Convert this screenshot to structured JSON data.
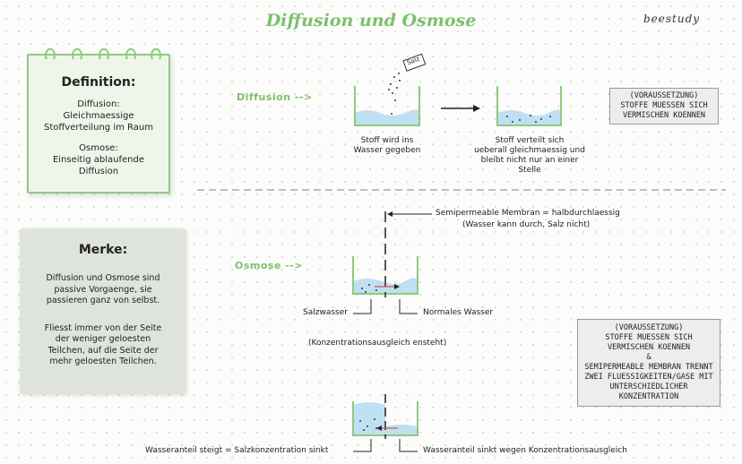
{
  "title": "Diffusion und Osmose",
  "brand": "beestudy",
  "definition": {
    "heading": "Definition:",
    "diffusion_line1": "Diffusion:",
    "diffusion_line2": "Gleichmaessige",
    "diffusion_line3": "Stoffverteilung im Raum",
    "osmose_line1": "Osmose:",
    "osmose_line2": "Einseitig ablaufende",
    "osmose_line3": "Diffusion"
  },
  "merke": {
    "heading": "Merke:",
    "text1_line1": "Diffusion und Osmose sind",
    "text1_line2": "passive Vorgaenge, sie",
    "text1_line3": "passieren ganz von selbst.",
    "text2_line1": "Fliesst immer von der Seite",
    "text2_line2": "der weniger geloesten",
    "text2_line3": "Teilchen, auf die Seite der",
    "text2_line4": "mehr geloesten Teilchen."
  },
  "diffusion": {
    "label": "Diffusion -->",
    "salt_label": "Salz",
    "caption1_line1": "Stoff wird ins",
    "caption1_line2": "Wasser gegeben",
    "caption2_line1": "Stoff verteilt sich",
    "caption2_line2": "ueberall gleichmaessig und",
    "caption2_line3": "bleibt nicht nur an einer",
    "caption2_line4": "Stelle",
    "condition_line1": "(VORAUSSETZUNG)",
    "condition_line2": "STOFFE MUESSEN SICH",
    "condition_line3": "VERMISCHEN KOENNEN"
  },
  "osmose": {
    "label": "Osmose -->",
    "membrane_line1": "Semipermeable Membran = halbdurchlaessig",
    "membrane_line2": "(Wasser kann durch, Salz nicht)",
    "salzwasser": "Salzwasser",
    "normales_wasser": "Normales Wasser",
    "ausgleich": "(Konzentrationsausgleich ensteht)",
    "bottom_left": "Wasseranteil steigt = Salzkonzentration sinkt",
    "bottom_right": "Wasseranteil sinkt wegen Konzentrationsausgleich",
    "condition_line1": "(VORAUSSETZUNG)",
    "condition_line2": "STOFFE MUESSEN SICH",
    "condition_line3": "VERMISCHEN KOENNEN",
    "condition_line4": "&",
    "condition_line5": "SEMIPERMEABLE MEMBRAN TRENNT",
    "condition_line6": "ZWEI FLUESSIGKEITEN/GASE MIT",
    "condition_line7": "UNTERSCHIEDLICHER",
    "condition_line8": "KONZENTRATION"
  },
  "colors": {
    "accent_green": "#7cc06e",
    "water_blue": "#bfe0f3",
    "arrow_red": "#d9534f"
  }
}
